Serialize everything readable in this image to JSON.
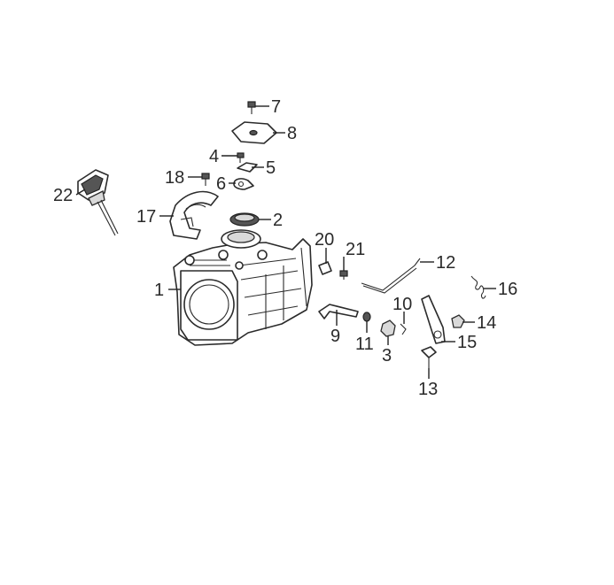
{
  "callouts": {
    "c1": "1",
    "c2": "2",
    "c3": "3",
    "c4": "4",
    "c5": "5",
    "c6": "6",
    "c7": "7",
    "c8": "8",
    "c9": "9",
    "c10": "10",
    "c11": "11",
    "c12": "12",
    "c13": "13",
    "c14": "14",
    "c15": "15",
    "c16": "16",
    "c17": "17",
    "c18": "18",
    "c20": "20",
    "c21": "21",
    "c22": "22"
  },
  "colors": {
    "line": "#2b2b2b",
    "background": "#ffffff"
  }
}
